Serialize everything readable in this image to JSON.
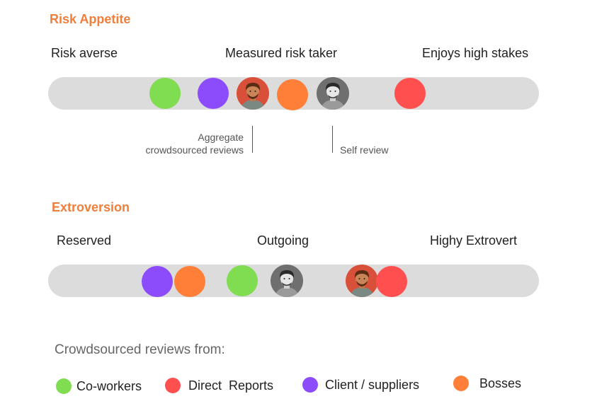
{
  "colors": {
    "coworkers": "#80dc50",
    "direct_reports": "#ff4f4f",
    "clients": "#8c4cfb",
    "bosses": "#ff7f38",
    "track": "#dcdcdc",
    "title": "#f07f3c"
  },
  "risk": {
    "title": "Risk Appetite",
    "left_label": "Risk averse",
    "mid_label": "Measured risk taker",
    "right_label": "Enjoys high stakes",
    "aggregate_note_line1": "Aggregate",
    "aggregate_note_line2": "crowdsourced reviews",
    "self_note": "Self review",
    "markers": [
      {
        "group": "coworkers",
        "icon": "dot"
      },
      {
        "group": "clients",
        "icon": "dot"
      },
      {
        "group": "aggregate",
        "icon": "avatar-red-background"
      },
      {
        "group": "bosses",
        "icon": "dot"
      },
      {
        "group": "self",
        "icon": "avatar-gray-background"
      },
      {
        "group": "direct_reports",
        "icon": "dot"
      }
    ]
  },
  "extroversion": {
    "title": "Extroversion",
    "left_label": "Reserved",
    "mid_label": "Outgoing",
    "right_label": "Highy Extrovert",
    "markers": [
      {
        "group": "clients",
        "icon": "dot"
      },
      {
        "group": "bosses",
        "icon": "dot"
      },
      {
        "group": "coworkers",
        "icon": "dot"
      },
      {
        "group": "self",
        "icon": "avatar-gray-background"
      },
      {
        "group": "aggregate",
        "icon": "avatar-red-background"
      },
      {
        "group": "direct_reports",
        "icon": "dot"
      }
    ]
  },
  "legend": {
    "title": "Crowdsourced reviews from:",
    "items": [
      {
        "label": "Co-workers",
        "color": "#80dc50"
      },
      {
        "label": "Direct  Reports",
        "color": "#ff4f4f"
      },
      {
        "label": "Client / suppliers",
        "color": "#8c4cfb"
      },
      {
        "label": "Bosses",
        "color": "#ff7f38"
      }
    ]
  }
}
